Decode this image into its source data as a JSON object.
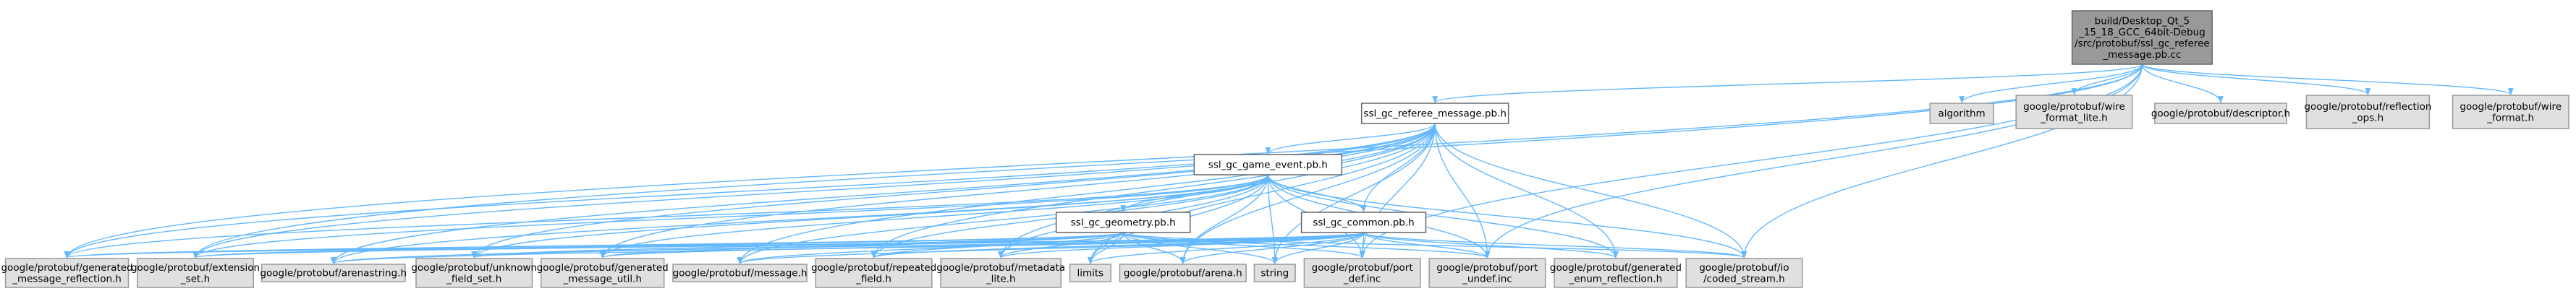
{
  "colors": {
    "edge": "#63b8ff",
    "root_fill": "#999999",
    "file_fill": "#ffffff",
    "external_fill": "#e0e0e0",
    "border": "#666666"
  },
  "nodes": [
    {
      "id": "root",
      "kind": "root",
      "lines": [
        "build/Desktop_Qt_5",
        "_15_18_GCC_64bit-Debug",
        "/src/protobuf/ssl_gc_referee",
        "_message.pb.cc"
      ]
    },
    {
      "id": "referee_h",
      "kind": "file",
      "lines": [
        "ssl_gc_referee_message.pb.h"
      ]
    },
    {
      "id": "algorithm",
      "kind": "external",
      "lines": [
        "algorithm"
      ]
    },
    {
      "id": "wire_format_lite",
      "kind": "external",
      "lines": [
        "google/protobuf/wire",
        "_format_lite.h"
      ]
    },
    {
      "id": "descriptor",
      "kind": "external",
      "lines": [
        "google/protobuf/descriptor.h"
      ]
    },
    {
      "id": "reflection_ops",
      "kind": "external",
      "lines": [
        "google/protobuf/reflection",
        "_ops.h"
      ]
    },
    {
      "id": "wire_format",
      "kind": "external",
      "lines": [
        "google/protobuf/wire",
        "_format.h"
      ]
    },
    {
      "id": "game_event_h",
      "kind": "file",
      "lines": [
        "ssl_gc_game_event.pb.h"
      ]
    },
    {
      "id": "geometry_h",
      "kind": "file",
      "lines": [
        "ssl_gc_geometry.pb.h"
      ]
    },
    {
      "id": "common_h",
      "kind": "file",
      "lines": [
        "ssl_gc_common.pb.h"
      ]
    },
    {
      "id": "gen_msg_reflection",
      "kind": "external",
      "lines": [
        "google/protobuf/generated",
        "_message_reflection.h"
      ]
    },
    {
      "id": "extension_set",
      "kind": "external",
      "lines": [
        "google/protobuf/extension",
        "_set.h"
      ]
    },
    {
      "id": "arenastring",
      "kind": "external",
      "lines": [
        "google/protobuf/arenastring.h"
      ]
    },
    {
      "id": "unknown_field_set",
      "kind": "external",
      "lines": [
        "google/protobuf/unknown",
        "_field_set.h"
      ]
    },
    {
      "id": "gen_msg_util",
      "kind": "external",
      "lines": [
        "google/protobuf/generated",
        "_message_util.h"
      ]
    },
    {
      "id": "message",
      "kind": "external",
      "lines": [
        "google/protobuf/message.h"
      ]
    },
    {
      "id": "repeated_field",
      "kind": "external",
      "lines": [
        "google/protobuf/repeated",
        "_field.h"
      ]
    },
    {
      "id": "metadata_lite",
      "kind": "external",
      "lines": [
        "google/protobuf/metadata",
        "_lite.h"
      ]
    },
    {
      "id": "limits",
      "kind": "external",
      "lines": [
        "limits"
      ]
    },
    {
      "id": "arena",
      "kind": "external",
      "lines": [
        "google/protobuf/arena.h"
      ]
    },
    {
      "id": "string",
      "kind": "external",
      "lines": [
        "string"
      ]
    },
    {
      "id": "port_def",
      "kind": "external",
      "lines": [
        "google/protobuf/port",
        "_def.inc"
      ]
    },
    {
      "id": "port_undef",
      "kind": "external",
      "lines": [
        "google/protobuf/port",
        "_undef.inc"
      ]
    },
    {
      "id": "gen_enum_reflection",
      "kind": "external",
      "lines": [
        "google/protobuf/generated",
        "_enum_reflection.h"
      ]
    },
    {
      "id": "coded_stream",
      "kind": "external",
      "lines": [
        "google/protobuf/io",
        "/coded_stream.h"
      ]
    }
  ],
  "edges": [
    [
      "root",
      "referee_h"
    ],
    [
      "root",
      "algorithm"
    ],
    [
      "root",
      "wire_format_lite"
    ],
    [
      "root",
      "descriptor"
    ],
    [
      "root",
      "reflection_ops"
    ],
    [
      "root",
      "wire_format"
    ],
    [
      "root",
      "gen_msg_reflection"
    ],
    [
      "root",
      "extension_set"
    ],
    [
      "root",
      "port_def"
    ],
    [
      "root",
      "port_undef"
    ],
    [
      "root",
      "coded_stream"
    ],
    [
      "referee_h",
      "game_event_h"
    ],
    [
      "referee_h",
      "common_h"
    ],
    [
      "referee_h",
      "gen_msg_reflection"
    ],
    [
      "referee_h",
      "extension_set"
    ],
    [
      "referee_h",
      "arenastring"
    ],
    [
      "referee_h",
      "unknown_field_set"
    ],
    [
      "referee_h",
      "gen_msg_util"
    ],
    [
      "referee_h",
      "message"
    ],
    [
      "referee_h",
      "repeated_field"
    ],
    [
      "referee_h",
      "metadata_lite"
    ],
    [
      "referee_h",
      "limits"
    ],
    [
      "referee_h",
      "arena"
    ],
    [
      "referee_h",
      "string"
    ],
    [
      "referee_h",
      "port_def"
    ],
    [
      "referee_h",
      "port_undef"
    ],
    [
      "referee_h",
      "gen_enum_reflection"
    ],
    [
      "referee_h",
      "coded_stream"
    ],
    [
      "game_event_h",
      "geometry_h"
    ],
    [
      "game_event_h",
      "common_h"
    ],
    [
      "game_event_h",
      "gen_msg_reflection"
    ],
    [
      "game_event_h",
      "extension_set"
    ],
    [
      "game_event_h",
      "arenastring"
    ],
    [
      "game_event_h",
      "unknown_field_set"
    ],
    [
      "game_event_h",
      "gen_msg_util"
    ],
    [
      "game_event_h",
      "message"
    ],
    [
      "game_event_h",
      "repeated_field"
    ],
    [
      "game_event_h",
      "metadata_lite"
    ],
    [
      "game_event_h",
      "limits"
    ],
    [
      "game_event_h",
      "arena"
    ],
    [
      "game_event_h",
      "string"
    ],
    [
      "game_event_h",
      "port_def"
    ],
    [
      "game_event_h",
      "port_undef"
    ],
    [
      "game_event_h",
      "gen_enum_reflection"
    ],
    [
      "game_event_h",
      "coded_stream"
    ],
    [
      "geometry_h",
      "gen_msg_reflection"
    ],
    [
      "geometry_h",
      "extension_set"
    ],
    [
      "geometry_h",
      "arenastring"
    ],
    [
      "geometry_h",
      "unknown_field_set"
    ],
    [
      "geometry_h",
      "gen_msg_util"
    ],
    [
      "geometry_h",
      "message"
    ],
    [
      "geometry_h",
      "repeated_field"
    ],
    [
      "geometry_h",
      "metadata_lite"
    ],
    [
      "geometry_h",
      "limits"
    ],
    [
      "geometry_h",
      "arena"
    ],
    [
      "geometry_h",
      "string"
    ],
    [
      "geometry_h",
      "port_def"
    ],
    [
      "geometry_h",
      "port_undef"
    ],
    [
      "geometry_h",
      "coded_stream"
    ],
    [
      "common_h",
      "gen_msg_reflection"
    ],
    [
      "common_h",
      "extension_set"
    ],
    [
      "common_h",
      "arenastring"
    ],
    [
      "common_h",
      "unknown_field_set"
    ],
    [
      "common_h",
      "gen_msg_util"
    ],
    [
      "common_h",
      "message"
    ],
    [
      "common_h",
      "repeated_field"
    ],
    [
      "common_h",
      "metadata_lite"
    ],
    [
      "common_h",
      "limits"
    ],
    [
      "common_h",
      "arena"
    ],
    [
      "common_h",
      "string"
    ],
    [
      "common_h",
      "port_def"
    ],
    [
      "common_h",
      "port_undef"
    ],
    [
      "common_h",
      "gen_enum_reflection"
    ],
    [
      "common_h",
      "coded_stream"
    ]
  ]
}
